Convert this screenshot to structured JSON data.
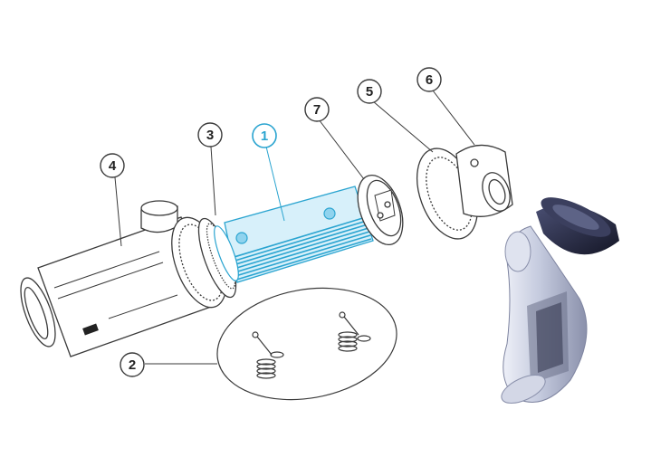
{
  "diagram": {
    "callouts": [
      {
        "id": "1",
        "label": "1",
        "highlighted": true
      },
      {
        "id": "2",
        "label": "2",
        "highlighted": false
      },
      {
        "id": "3",
        "label": "3",
        "highlighted": false
      },
      {
        "id": "4",
        "label": "4",
        "highlighted": false
      },
      {
        "id": "5",
        "label": "5",
        "highlighted": false
      },
      {
        "id": "6",
        "label": "6",
        "highlighted": false
      },
      {
        "id": "7",
        "label": "7",
        "highlighted": false
      }
    ]
  },
  "colors": {
    "line": "#3a3a3a",
    "highlight": "#2aa4d0",
    "highlight_fill": "#8fd3ee",
    "photo_cap": "#2b2f4a",
    "photo_glass": "#c9cfe0"
  }
}
